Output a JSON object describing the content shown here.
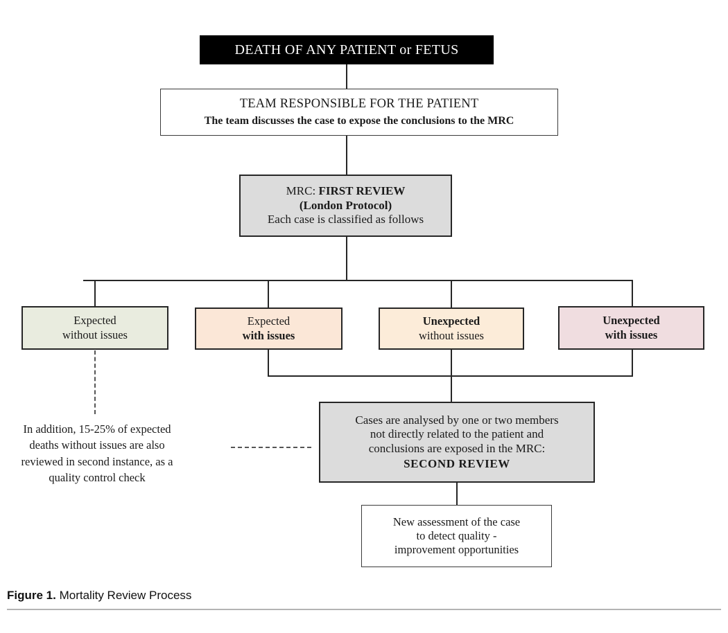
{
  "figure": {
    "caption_number": "Figure 1.",
    "caption_text": " Mortality Review Process"
  },
  "nodes": {
    "death": {
      "line1": "DEATH OF ANY PATIENT or FETUS"
    },
    "team": {
      "line1": "TEAM RESPONSIBLE FOR THE PATIENT",
      "line2": "The team discusses the case to expose the conclusions to the MRC"
    },
    "mrc_first_review": {
      "line1_normal": "MRC: ",
      "line1_bold": "FIRST  REVIEW",
      "line2": "(London  Protocol)",
      "line3": "Each case is classified as follows"
    },
    "categories": [
      {
        "line1": "Expected",
        "line2": "without issues",
        "line1_bold": false,
        "line2_bold": false,
        "color": "#e9ecdf"
      },
      {
        "line1": "Expected",
        "line2": "with  issues",
        "line1_bold": false,
        "line2_bold": true,
        "color": "#fbe7d7"
      },
      {
        "line1": "Unexpected",
        "line2": "without issues",
        "line1_bold": true,
        "line2_bold": false,
        "color": "#fcecd9"
      },
      {
        "line1": "Unexpected",
        "line2": "with  issues",
        "line1_bold": true,
        "line2_bold": true,
        "color": "#f0dde0"
      }
    ],
    "second_review": {
      "line1": "Cases are analysed by one or two members",
      "line2": "not directly related to the patient and",
      "line3": "conclusions are exposed in the MRC:",
      "line4": "SECOND  REVIEW"
    },
    "new_assessment": {
      "line1": "New  assessment of the case",
      "line2": "to detect quality -",
      "line3": "improvement  opportunities"
    },
    "note_left": {
      "line1": "In addition, 15-25%  of expected",
      "line2": "deaths without issues are also",
      "line3": "reviewed in  second instance, as a",
      "line4": "quality control check"
    }
  }
}
